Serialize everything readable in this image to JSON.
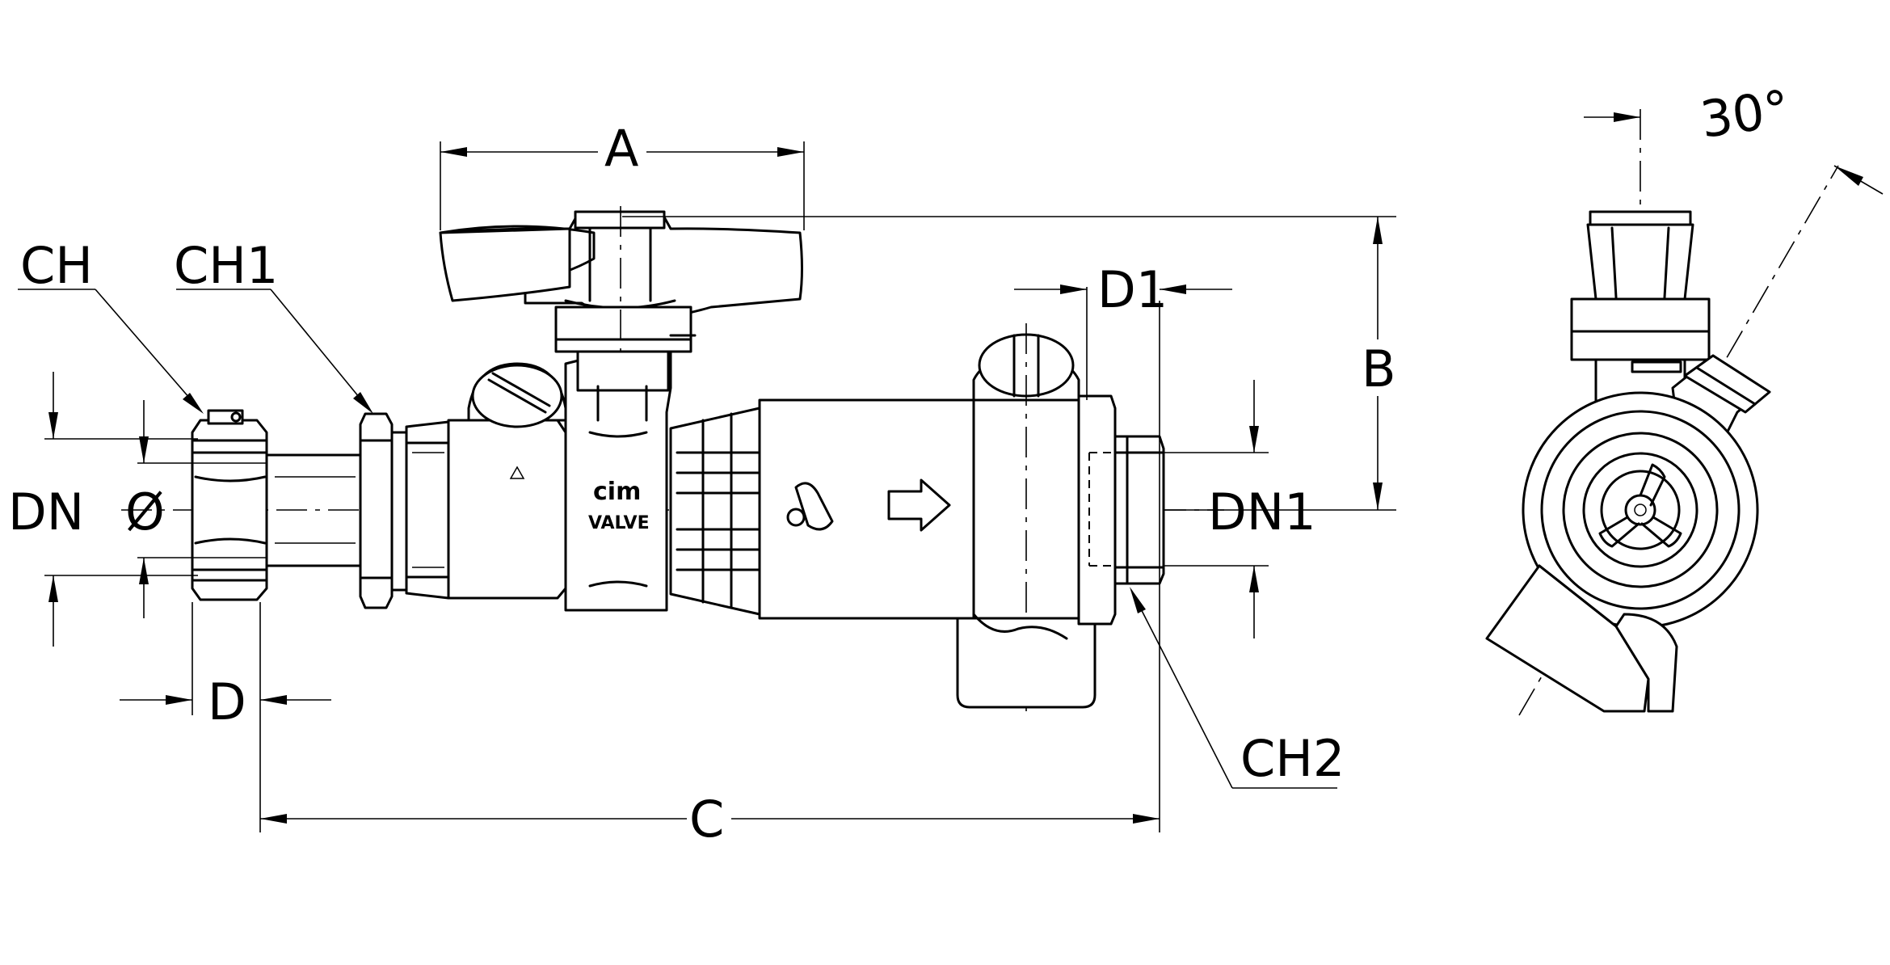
{
  "labels": {
    "A": "A",
    "B": "B",
    "C": "C",
    "D": "D",
    "D1": "D1",
    "DN": "DN",
    "DN1": "DN1",
    "phi": "Ø",
    "CH": "CH",
    "CH1": "CH1",
    "CH2": "CH2",
    "angle": "30°"
  },
  "brand": {
    "line1": "cim",
    "line2": "VALVE"
  }
}
